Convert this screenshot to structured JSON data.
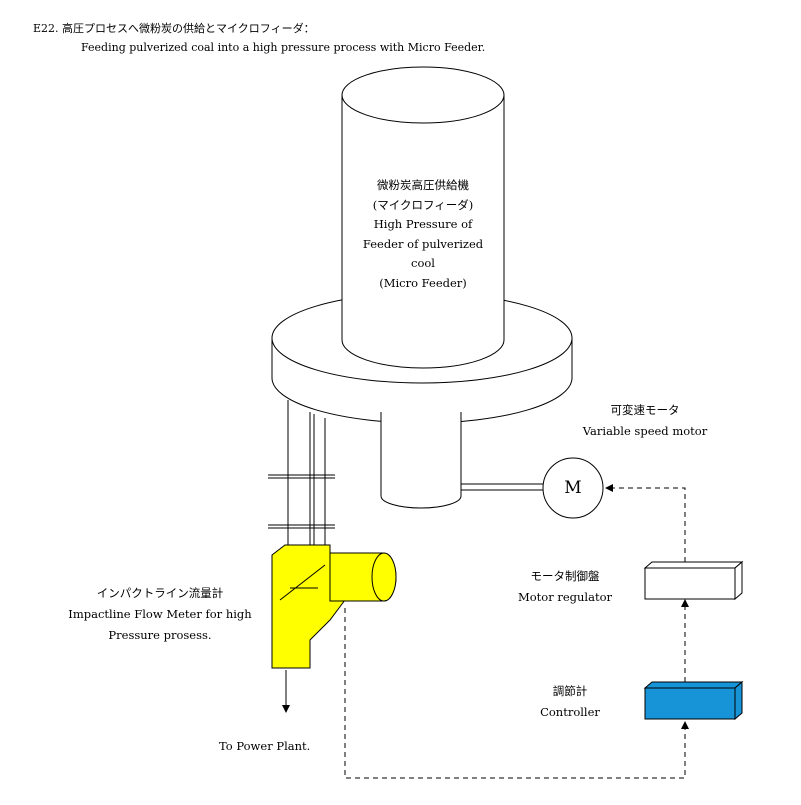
{
  "header": {
    "line1": "E22. 高圧プロセスへ微粉炭の供給とマイクロフィーダ：",
    "line2": "Feeding pulverized coal into a high pressure process with Micro Feeder."
  },
  "feeder": {
    "label_lines": [
      "微粉炭高圧供給機",
      "(マイクロフィーダ)",
      "High Pressure of",
      "Feeder of pulverized",
      "cool",
      "(Micro Feeder)"
    ]
  },
  "motor": {
    "symbol": "M",
    "label_jp": "可変速モータ",
    "label_en": "Variable speed motor"
  },
  "flow_meter": {
    "label_jp": "インパクトライン流量計",
    "label_en_1": "Impactline Flow Meter for high",
    "label_en_2": "Pressure prosess."
  },
  "regulator": {
    "label_jp": "モータ制御盤",
    "label_en": "Motor regulator"
  },
  "controller": {
    "label_jp": "調節計",
    "label_en": "Controller",
    "color": "#1793d8"
  },
  "outlet": {
    "label": "To Power Plant."
  },
  "colors": {
    "flow_meter_fill": "#ffff00",
    "line": "#000000"
  }
}
